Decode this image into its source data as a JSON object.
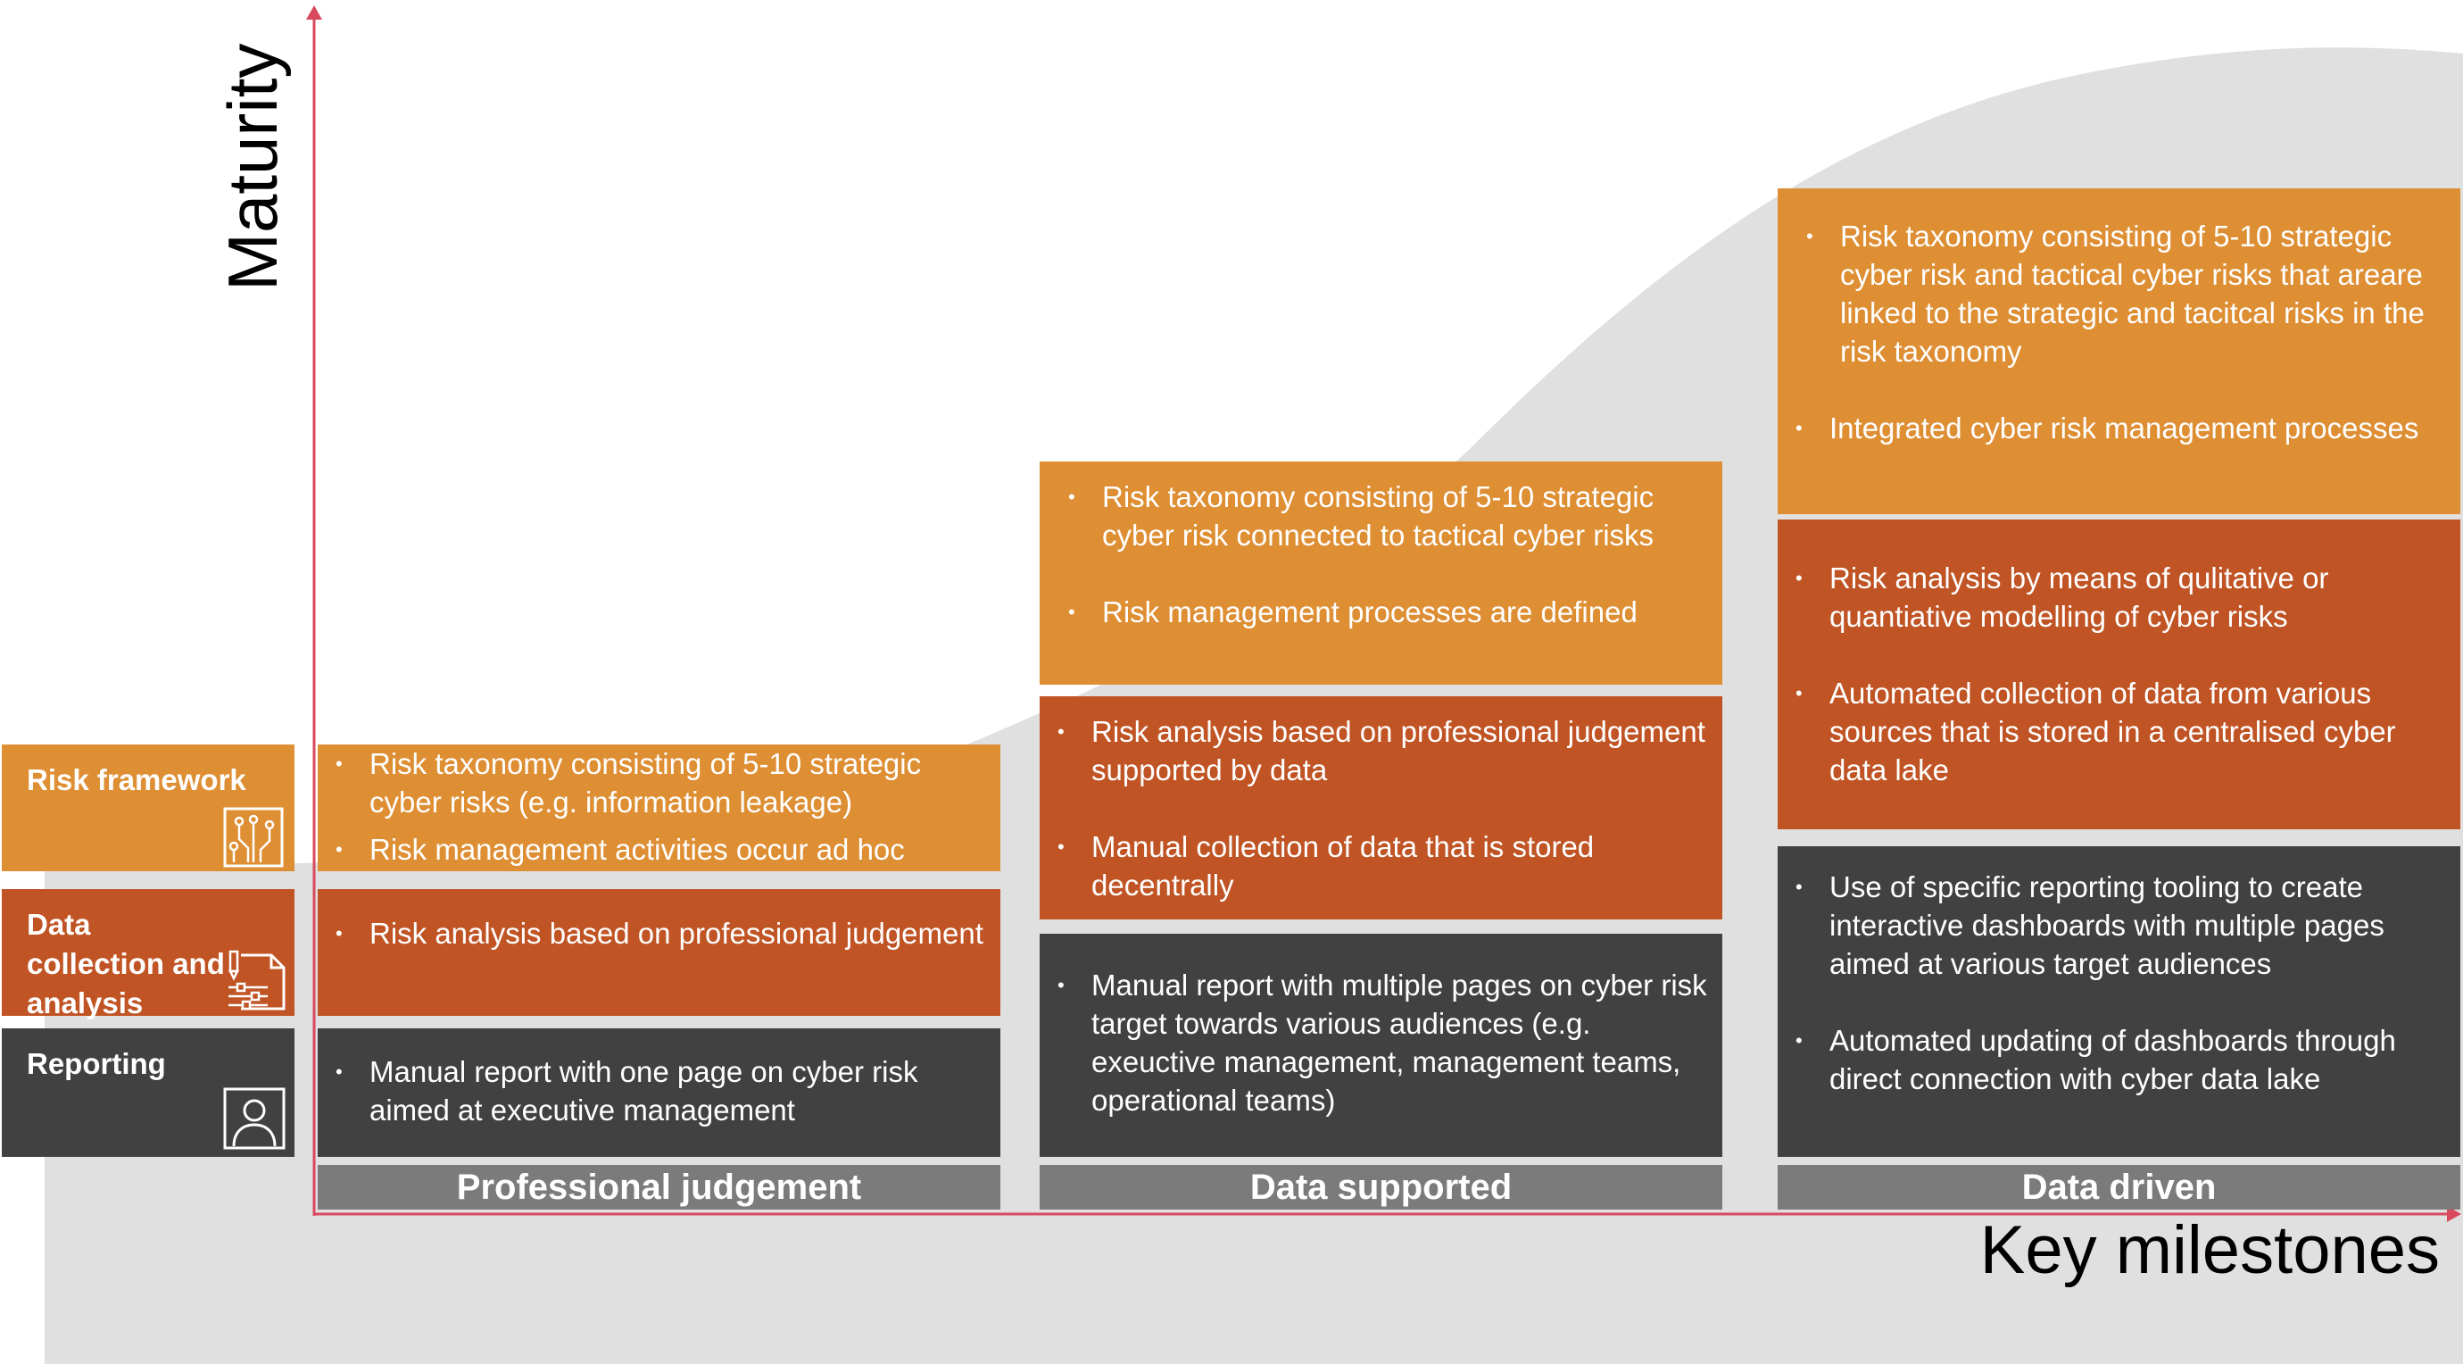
{
  "axes": {
    "y_title": "Maturity",
    "x_title": "Key milestones",
    "axis_color": "#d9495e"
  },
  "colors": {
    "risk_framework": "#de8e33",
    "data_collection": "#c05424",
    "reporting": "#414141",
    "milestone_bar": "#7b7b7b",
    "background_curve": "#e0e0e0"
  },
  "rows": [
    {
      "label": "Risk framework",
      "icon": "circuit-icon"
    },
    {
      "label": "Data collection and analysis",
      "icon": "document-tools-icon"
    },
    {
      "label": "Reporting",
      "icon": "person-icon"
    }
  ],
  "milestones": [
    {
      "name": "Professional judgement",
      "risk_framework": [
        "Risk taxonomy consisting of 5-10 strategic cyber risks (e.g. information leakage)",
        "Risk management activities occur ad hoc"
      ],
      "data_collection": [
        "Risk analysis based on professional judgement"
      ],
      "reporting": [
        "Manual report with one page on cyber risk aimed at executive management"
      ]
    },
    {
      "name": "Data supported",
      "risk_framework": [
        "Risk taxonomy  consisting of 5-10 strategic cyber risk connected to tactical cyber risks",
        "Risk management processes are defined"
      ],
      "data_collection": [
        "Risk analysis based on professional judgement supported by data",
        "Manual collection of data that is stored decentrally"
      ],
      "reporting": [
        "Manual report with multiple pages on cyber risk target towards various audiences (e.g. exeuctive management, management teams, operational teams)"
      ]
    },
    {
      "name": "Data driven",
      "risk_framework": [
        "Risk taxonomy consisting of 5-10 strategic cyber risk and tactical cyber risks that areare linked to the strategic and tacitcal risks in the risk taxonomy",
        "Integrated cyber risk management processes"
      ],
      "data_collection": [
        "Risk analysis by means of qulitative or quantiative modelling of cyber risks",
        "Automated collection of data from various sources that is stored in a centralised cyber data lake"
      ],
      "reporting": [
        "Use of specific reporting tooling to create interactive dashboards with multiple pages aimed at various target audiences",
        "Automated updating of dashboards through direct connection with cyber data lake"
      ]
    }
  ]
}
